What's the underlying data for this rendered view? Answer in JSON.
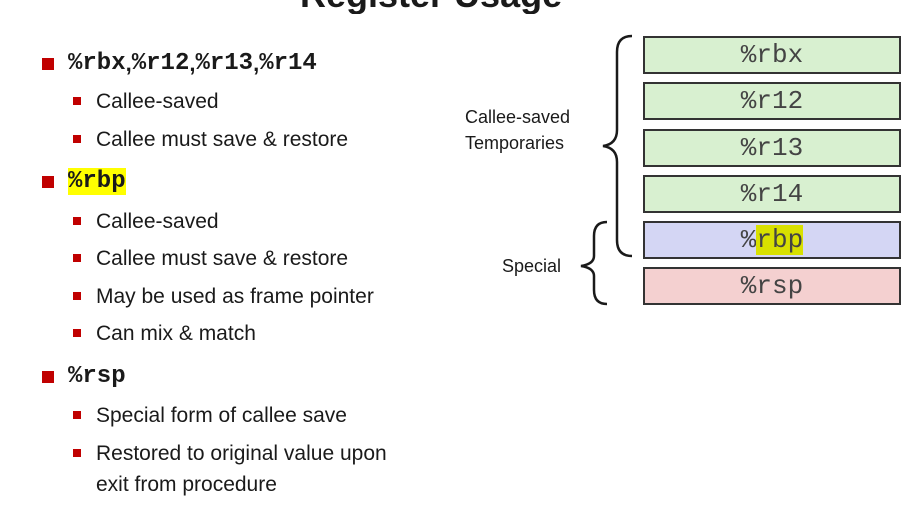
{
  "title": "Register Usage",
  "bullets": [
    {
      "parts": [
        "%rbx",
        ", ",
        "%r12",
        ", ",
        "%r13",
        ", ",
        "%r14"
      ],
      "subs": [
        "Callee-saved",
        "Callee must save & restore"
      ]
    },
    {
      "pre": "%",
      "highlighted": "rbp",
      "subs": [
        "Callee-saved",
        "Callee must save & restore",
        "May be used as frame pointer",
        "Can mix & match"
      ]
    },
    {
      "label": "%rsp",
      "subs": [
        "Special form of callee save",
        "Restored to original value upon",
        "exit from procedure"
      ]
    }
  ],
  "diagram": {
    "registers": [
      "%rbx",
      "%r12",
      "%r13",
      "%r14"
    ],
    "rbp_pre": "%",
    "rbp_hl": "rbp",
    "rsp": "%rsp",
    "group_callee_line1": "Callee-saved",
    "group_callee_line2": "Temporaries",
    "group_special": "Special",
    "colors": {
      "callee": "#d8f0d0",
      "rbp": "#d4d6f4",
      "rsp": "#f4d0d0",
      "bullet": "#c00000",
      "highlight": "#ffff00"
    }
  }
}
